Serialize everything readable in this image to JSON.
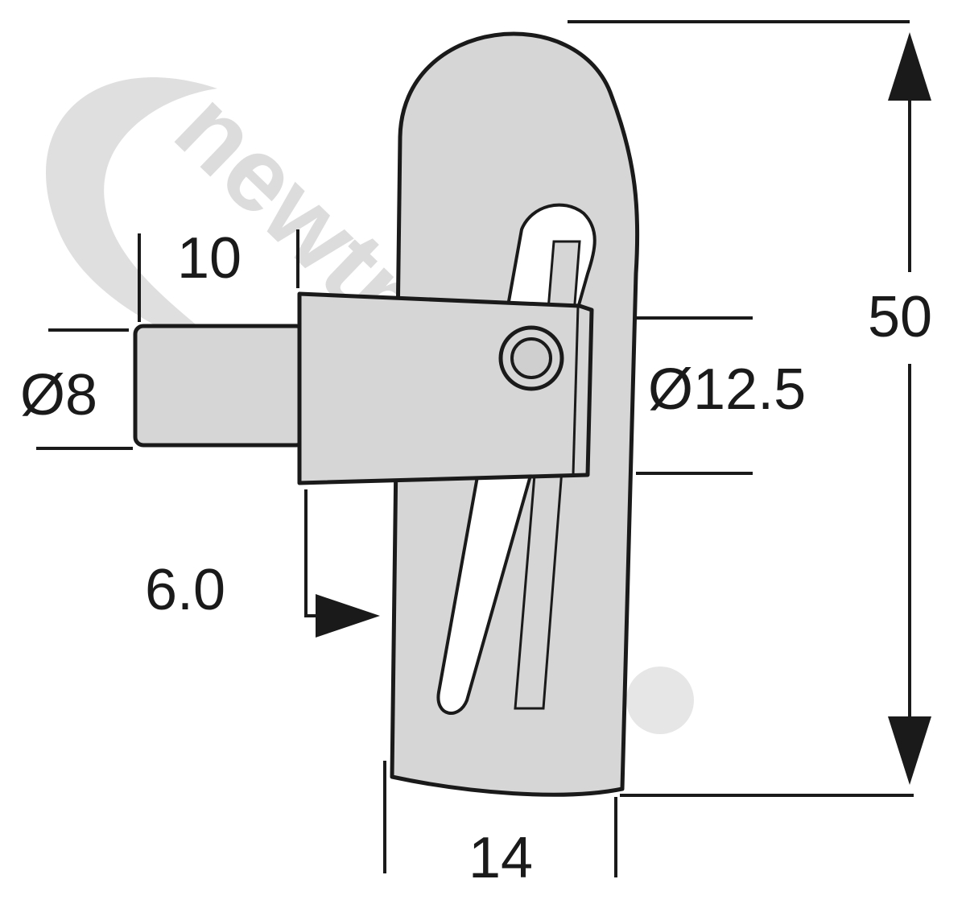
{
  "watermark": {
    "text": "newtrailers"
  },
  "colors": {
    "outline": "#1a1a1a",
    "part_fill": "#d6d6d6",
    "watermark": "#d9d9d9",
    "background": "#ffffff"
  },
  "dimensions": {
    "pin_length": "10",
    "pin_diameter": "Ø8",
    "body_diameter": "Ø12.5",
    "overall_height": "50",
    "plate_width": "14",
    "offset": "6.0"
  }
}
